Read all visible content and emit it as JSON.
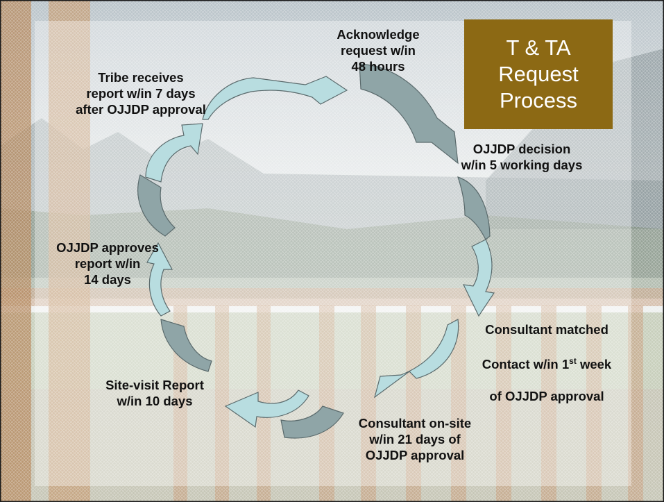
{
  "title": "T & TA\nRequest\nProcess",
  "steps": {
    "acknowledge": "Acknowledge\nrequest w/in\n48 hours",
    "decision": "OJJDP decision\nw/in 5 working days",
    "matched_line1": "Consultant matched",
    "matched_line2_pre": "Contact w/in 1",
    "matched_line2_sup": "st",
    "matched_line2_post": " week",
    "matched_line3": "of OJJDP approval",
    "onsite": "Consultant on-site\nw/in 21 days of\nOJJDP approval",
    "report": "Site-visit Report\nw/in 10 days",
    "approves": "OJJDP approves\nreport w/in\n14 days",
    "receives": "Tribe receives\nreport w/in 7 days\nafter OJJDP approval"
  },
  "colors": {
    "title_box": "#8c6914",
    "arrow_light": "#b8dde0",
    "arrow_dark": "#8fa5a7",
    "arrow_stroke": "#5a6a6c",
    "text": "#111111"
  }
}
